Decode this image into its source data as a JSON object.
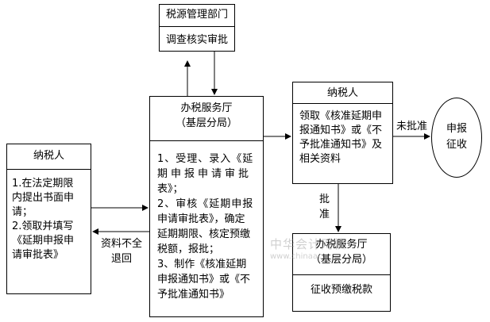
{
  "tax_authority_box": {
    "title": "税源管理部门",
    "action": "调查核实审批"
  },
  "service_hall_box": {
    "title_line1": "办税服务厅",
    "title_line2": "（基层分局）",
    "steps": [
      "1、受理、录入《延",
      "期申报申请审批",
      "表》；",
      "2、审核《延期申报",
      "申请审批表》，确定",
      "延期期限、核定预缴",
      "税额，报批；",
      "3、制作《核准延期",
      "申报通知书》或《不",
      "予批准通知书》"
    ]
  },
  "taxpayer_left_box": {
    "title": "纳税人",
    "lines": [
      "1.在法定期限",
      "内提出书面申",
      "请；",
      "2.领取并填写",
      "《延期申报申",
      "请审批表》"
    ]
  },
  "taxpayer_right_box": {
    "title": "纳税人",
    "lines": [
      "领取《核准延期申",
      "报通知书》或《不",
      "予批准通知书》及",
      "相关资料"
    ]
  },
  "service_hall_lower_box": {
    "title_line1": "办税服务厅",
    "title_line2": "（基层分局）",
    "action": "征收预缴税款"
  },
  "declare_ellipse": {
    "line1": "申报",
    "line2": "征收"
  },
  "arrow_labels": {
    "incomplete_line1": "资料不全",
    "incomplete_line2": "退回",
    "not_approved": "未批准",
    "approved_line1": "批",
    "approved_line2": "准"
  },
  "watermark": {
    "text": "中华会计网校",
    "url": "www.chinaacc"
  }
}
